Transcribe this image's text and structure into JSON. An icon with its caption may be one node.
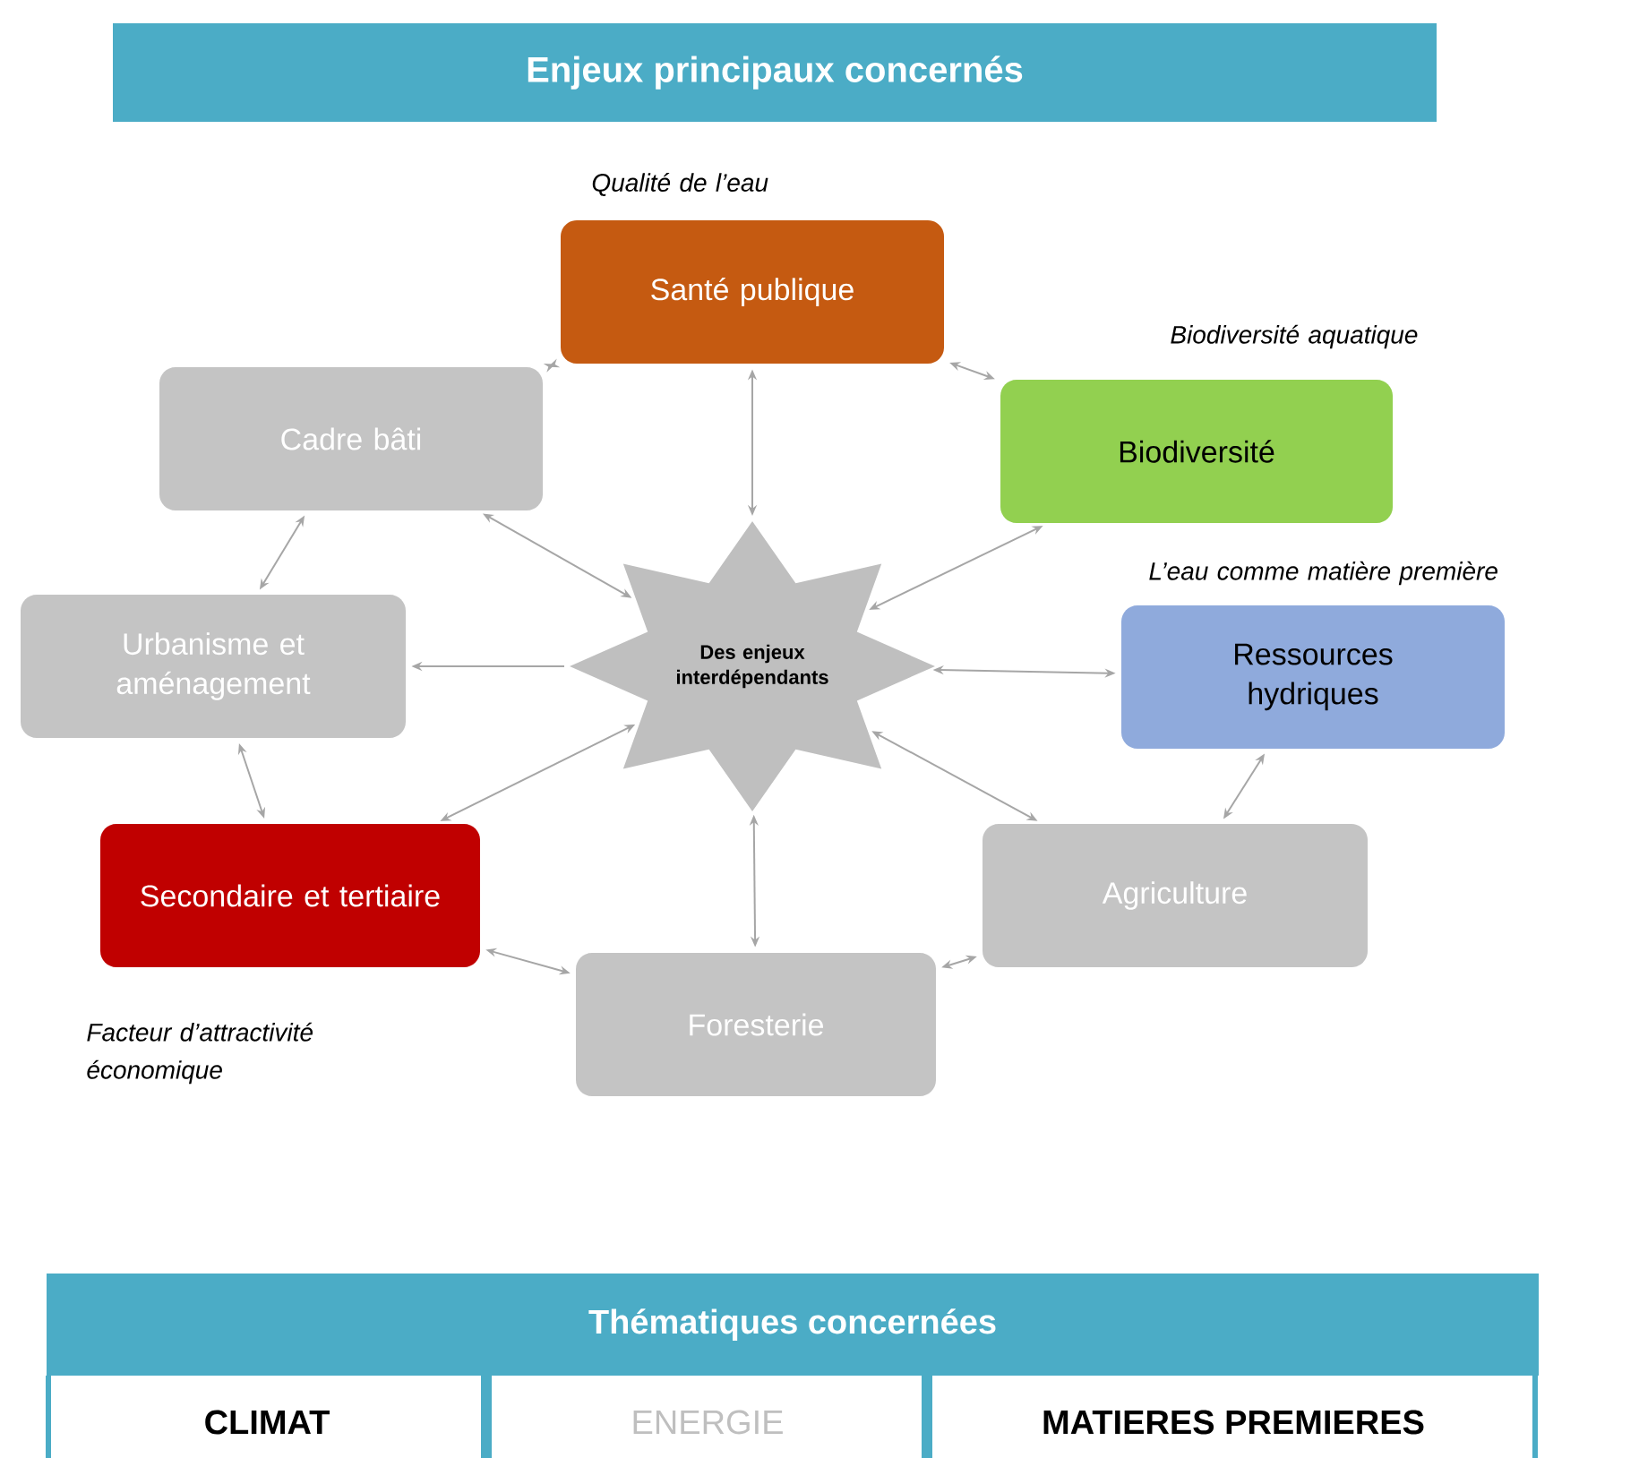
{
  "diagram": {
    "title": "Enjeux principaux concernés",
    "nodes": [
      {
        "text": [
          "Santé publique"
        ],
        "beside": [
          "Qualité de l’eau"
        ]
      },
      {
        "text": [
          "Cadre bâti"
        ]
      },
      {
        "text": [
          "Biodiversité"
        ],
        "beside": [
          "Biodiversité aquatique"
        ]
      },
      {
        "text": [
          "Urbanisme et aménagement"
        ]
      },
      {
        "text": [
          "Des enjeux interdépendants"
        ]
      },
      {
        "text": [
          "Ressources hydriques"
        ],
        "beside": [
          "L’eau comme matière première"
        ]
      },
      {
        "text": [
          "Secondaire et tertiaire"
        ],
        "beside": [
          "Facteur d’attractivité économique"
        ]
      },
      {
        "text": [
          "Agriculture"
        ]
      },
      {
        "text": [
          "Foresterie"
        ]
      }
    ],
    "edges": [
      {
        "from": 0,
        "to": 1,
        "arrow": "both"
      },
      {
        "from": 0,
        "to": 2,
        "arrow": "both"
      },
      {
        "from": 0,
        "to": 4,
        "arrow": "both"
      },
      {
        "from": 1,
        "to": 4,
        "arrow": "both"
      },
      {
        "from": 1,
        "to": 3,
        "arrow": "both"
      },
      {
        "from": 2,
        "to": 4,
        "arrow": "both"
      },
      {
        "from": 4,
        "to": 3,
        "arrow": "to"
      },
      {
        "from": 4,
        "to": 5,
        "arrow": "both"
      },
      {
        "from": 3,
        "to": 6,
        "arrow": "both"
      },
      {
        "from": 6,
        "to": 4,
        "arrow": "both"
      },
      {
        "from": 4,
        "to": 8,
        "arrow": "both"
      },
      {
        "from": 4,
        "to": 7,
        "arrow": "both"
      },
      {
        "from": 5,
        "to": 7,
        "arrow": "both"
      },
      {
        "from": 6,
        "to": 8,
        "arrow": "both"
      },
      {
        "from": 8,
        "to": 7,
        "arrow": "both"
      }
    ],
    "labels": [
      "Thématiques concernées",
      "CLIMAT",
      "ENERGIE",
      "MATIERES PREMIERES"
    ]
  }
}
